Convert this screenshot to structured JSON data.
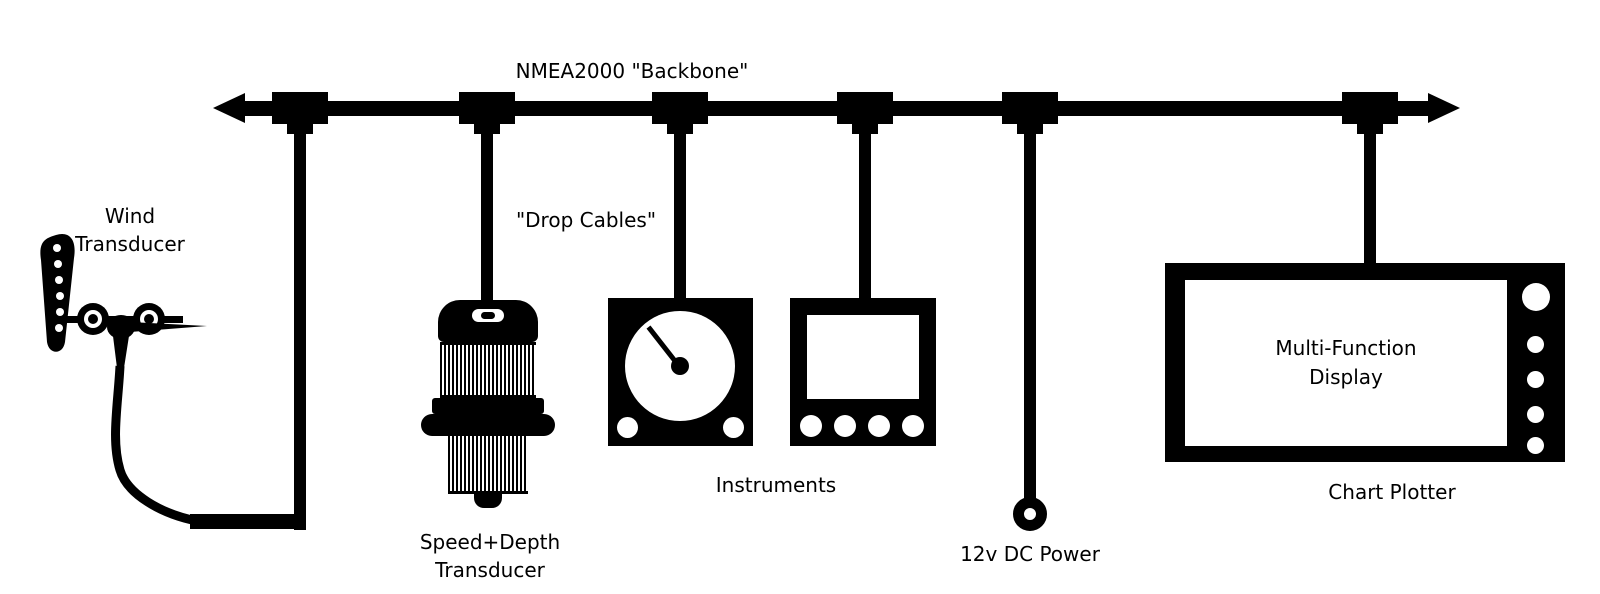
{
  "labels": {
    "backbone": "NMEA2000 \"Backbone\"",
    "drop_cables": "\"Drop Cables\"",
    "instruments": "Instruments",
    "dc_power": "12v DC Power",
    "chart_plotter": "Chart Plotter"
  },
  "wind_transducer": {
    "line1": "Wind",
    "line2": "Transducer"
  },
  "speed_depth_transducer": {
    "line1": "Speed+Depth",
    "line2": "Transducer"
  },
  "mfd": {
    "line1": "Multi-Function",
    "line2": "Display"
  },
  "colors": {
    "foreground": "#000000",
    "background": "#ffffff"
  }
}
